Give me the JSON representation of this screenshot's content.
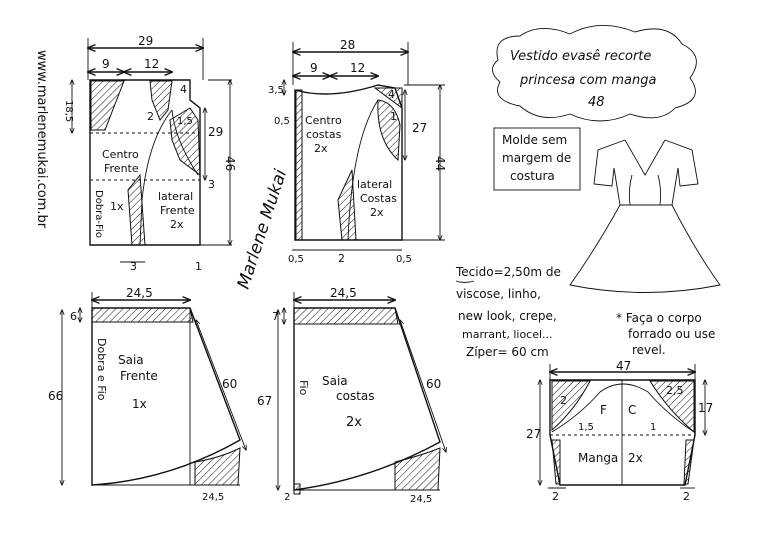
{
  "title": {
    "line1": "Vestido evasê recorte",
    "line2": "princesa com manga",
    "size": "48"
  },
  "note_box": {
    "line1": "Molde sem",
    "line2": "margem de",
    "line3": "costura"
  },
  "website": "www.marlenemukai.com.br",
  "signature": "Marlene Mukai",
  "materials": {
    "line1": "Tecido=2,50m de",
    "line2": "viscose, linho,",
    "line3": "new look, crepe,",
    "line4": "marrant, liocel...",
    "line5": "Zíper= 60 cm"
  },
  "lining_note": {
    "line1": "* Faça o corpo",
    "line2": "forrado ou use",
    "line3": "revel."
  },
  "pieces": {
    "front_bodice": {
      "width": "29",
      "top_a": "9",
      "top_b": "12",
      "top_c": "4",
      "side_height": "46",
      "dart_height": "29",
      "left_height": "18,5",
      "dart_a": "2",
      "dart_b": "1,5",
      "lower": "3",
      "label_center": "Centro",
      "label_center2": "Frente",
      "label_side": "lateral",
      "label_side2": "Frente",
      "count_side": "2x",
      "fold": "Dobra-Fio",
      "count_center": "1x",
      "bottom_a": "3",
      "bottom_b": "1"
    },
    "back_bodice": {
      "width": "28",
      "top_a": "9",
      "top_b": "12",
      "top_c": "4",
      "side_height": "44",
      "dart_height": "27",
      "left_height": "3,5",
      "small": "1",
      "edge": "0,5",
      "label_center": "Centro",
      "label_center2": "costas",
      "count_center": "2x",
      "label_side": "lateral",
      "label_side2": "Costas",
      "count_side": "2x",
      "bottom_a": "0,5",
      "bottom_b": "2",
      "bottom_c": "0,5"
    },
    "skirt_front": {
      "width": "24,5",
      "top": "6",
      "height": "66",
      "side": "60",
      "label": "Saia",
      "label2": "Frente",
      "count": "1x",
      "fold": "Dobra e Fio",
      "bottom": "24,5"
    },
    "skirt_back": {
      "width": "24,5",
      "top": "7",
      "height": "67",
      "side": "60",
      "label": "Saia",
      "label2": "costas",
      "count": "2x",
      "grain": "Fio",
      "bottom": "24,5",
      "bottom_left": "2"
    },
    "sleeve": {
      "width": "47",
      "left_height": "27",
      "right_height": "17",
      "a": "2",
      "b": "2,5",
      "c": "1,5",
      "d": "1",
      "front": "F",
      "center": "C",
      "label": "Manga",
      "count": "2x",
      "bottom_left": "2",
      "bottom_right": "2"
    }
  }
}
